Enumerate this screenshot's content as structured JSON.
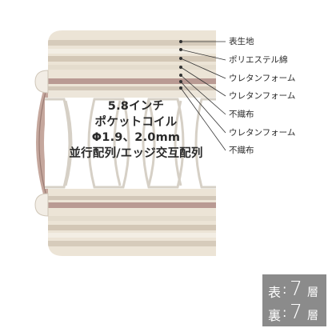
{
  "layers": [
    {
      "label": "表生地"
    },
    {
      "label": "ポリエステル綿"
    },
    {
      "label": "ウレタンフォーム"
    },
    {
      "label": "ウレタンフォーム"
    },
    {
      "label": "不織布"
    },
    {
      "label": "ウレタンフォーム"
    },
    {
      "label": "不織布"
    }
  ],
  "coil_spec": {
    "line1": "5.8インチ",
    "line2": "ポケットコイル",
    "line3": "Φ1.9、2.0mm",
    "line4": "並行配列/エッジ交互配列"
  },
  "layer_count": {
    "front_label": "表",
    "front_value": "7",
    "back_label": "裏",
    "back_value": "7",
    "colon": ":",
    "unit": "層"
  },
  "colors": {
    "cream": "#ebe3d4",
    "beige": "#d8cebf",
    "rose_stripe": "#b99a93",
    "grey_stripe": "#cfc7bb",
    "coil_outline": "#d6d0c6",
    "badge_bg": "#8b8b8b"
  }
}
